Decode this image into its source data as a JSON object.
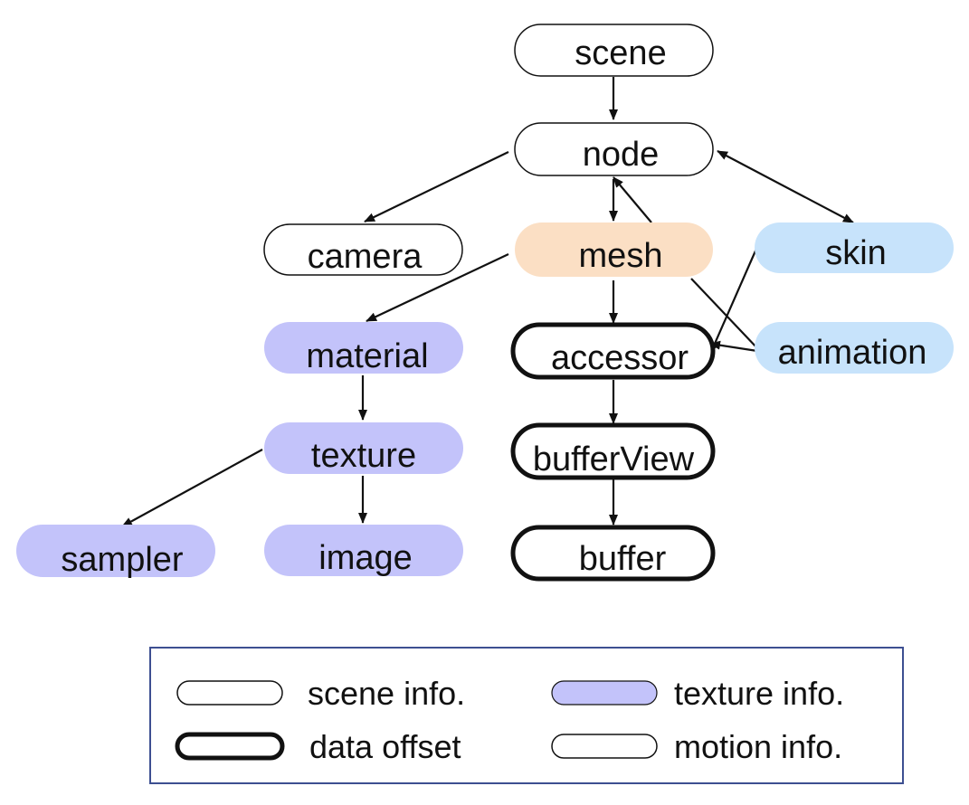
{
  "colors": {
    "scene_info": "#ffffff",
    "mesh": "#fbdfc4",
    "texture_info": "#c3c3fa",
    "motion_info": "#c7e3fb",
    "data_offset": "#ffffff",
    "legend_border": "#3d4f91",
    "stroke": "#111111"
  },
  "nodes": {
    "scene": "scene",
    "node": "node",
    "camera": "camera",
    "mesh": "mesh",
    "skin": "skin",
    "material": "material",
    "accessor": "accessor",
    "animation": "animation",
    "texture": "texture",
    "bufferView": "bufferView",
    "sampler": "sampler",
    "image": "image",
    "buffer": "buffer"
  },
  "edges": [
    {
      "from": "scene",
      "to": "node"
    },
    {
      "from": "node",
      "to": "camera"
    },
    {
      "from": "node",
      "to": "mesh"
    },
    {
      "from": "node",
      "to": "skin",
      "bidirectional": true
    },
    {
      "from": "mesh",
      "to": "node"
    },
    {
      "from": "mesh",
      "to": "material"
    },
    {
      "from": "mesh",
      "to": "accessor"
    },
    {
      "from": "skin",
      "to": "accessor"
    },
    {
      "from": "animation",
      "to": "accessor"
    },
    {
      "from": "material",
      "to": "texture"
    },
    {
      "from": "accessor",
      "to": "bufferView"
    },
    {
      "from": "texture",
      "to": "sampler"
    },
    {
      "from": "texture",
      "to": "image"
    },
    {
      "from": "bufferView",
      "to": "buffer"
    }
  ],
  "legend": {
    "scene_info": "scene info.",
    "texture_info": "texture info.",
    "data_offset": "data offset",
    "motion_info": "motion info."
  }
}
